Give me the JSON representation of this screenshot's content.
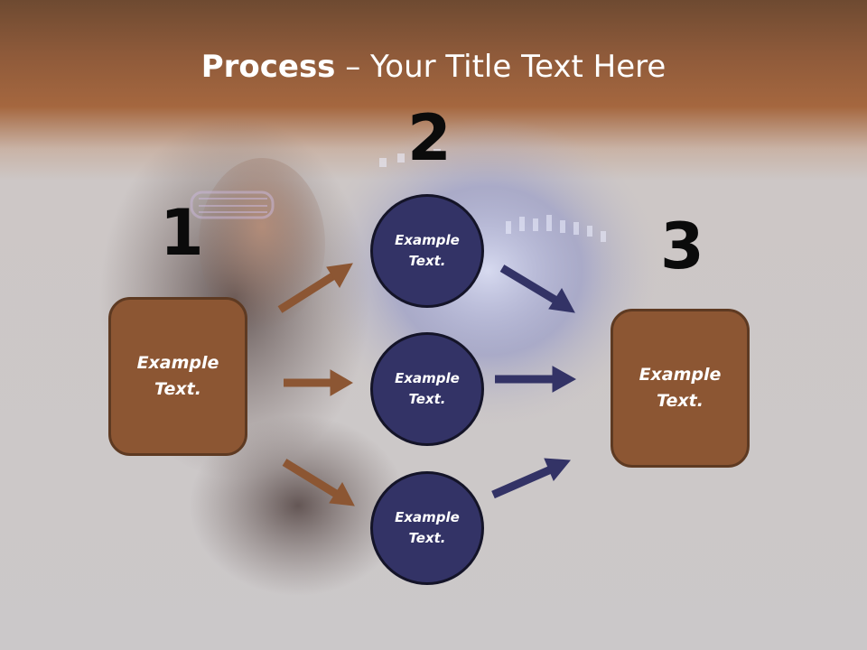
{
  "title": {
    "strong": "Process",
    "rest": " – Your Title Text Here"
  },
  "steps": [
    {
      "number": "1",
      "text": "Example Text."
    },
    {
      "number": "2",
      "items": [
        "Example Text.",
        "Example Text.",
        "Example Text."
      ]
    },
    {
      "number": "3",
      "text": "Example Text."
    }
  ],
  "colors": {
    "box_fill": "#8c5633",
    "circle_fill": "#333366",
    "arrow_left": "#8c5633",
    "arrow_right": "#333366",
    "header": "#8e5a3a"
  }
}
